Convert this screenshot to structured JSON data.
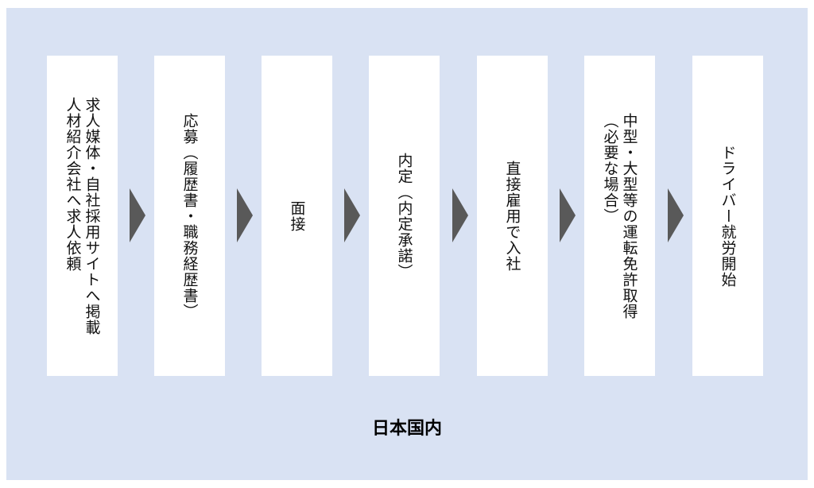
{
  "steps": [
    {
      "lines": [
        "求人媒体・自社採用サイトへ掲載",
        "人材紹介会社へ求人依頼"
      ]
    },
    {
      "lines": [
        "応募（履歴書・職務経歴書）"
      ]
    },
    {
      "lines": [
        "面接"
      ]
    },
    {
      "lines": [
        "内定（内定承諾）"
      ]
    },
    {
      "lines": [
        "直接雇用で入社"
      ]
    },
    {
      "lines": [
        "中型・大型等の運転免許取得",
        "（必要な場合）"
      ]
    },
    {
      "lines": [
        "ドライバー就労開始"
      ]
    }
  ],
  "footer": "日本国内",
  "colors": {
    "background": "#d9e2f3",
    "arrow": "#595959",
    "box": "#ffffff"
  }
}
